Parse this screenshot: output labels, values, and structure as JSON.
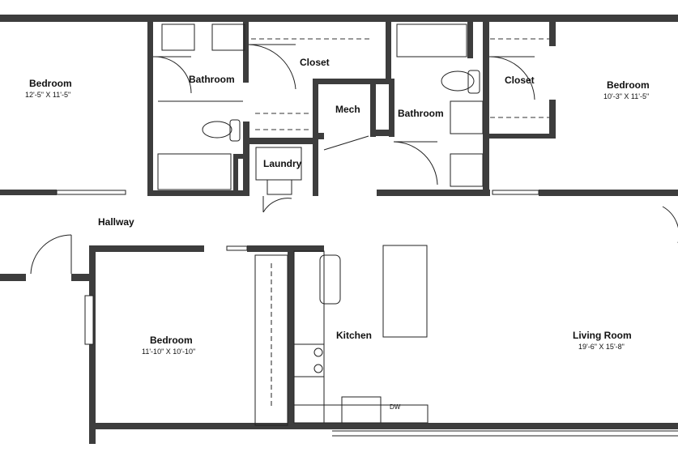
{
  "rooms": [
    {
      "key": "bedroom-left",
      "name": "Bedroom",
      "dims": "12'-5\" X 11'-5\""
    },
    {
      "key": "bathroom-upper-left",
      "name": "Bathroom",
      "dims": ""
    },
    {
      "key": "closet-center",
      "name": "Closet",
      "dims": ""
    },
    {
      "key": "mech",
      "name": "Mech",
      "dims": ""
    },
    {
      "key": "laundry",
      "name": "Laundry",
      "dims": ""
    },
    {
      "key": "bathroom-center",
      "name": "Bathroom",
      "dims": ""
    },
    {
      "key": "closet-right",
      "name": "Closet",
      "dims": ""
    },
    {
      "key": "bedroom-right",
      "name": "Bedroom",
      "dims": "10'-3\" X 11'-5\""
    },
    {
      "key": "hallway",
      "name": "Hallway",
      "dims": ""
    },
    {
      "key": "bedroom-lower",
      "name": "Bedroom",
      "dims": "11'-10\" X 10'-10\""
    },
    {
      "key": "kitchen",
      "name": "Kitchen",
      "dims": ""
    },
    {
      "key": "living-room",
      "name": "Living Room",
      "dims": "19'-6\" X 15'-8\""
    }
  ],
  "fixtures": {
    "dishwasher_label": "DW"
  },
  "colors": {
    "wall": "#3d3d3d",
    "line": "#222222",
    "background": "#ffffff"
  }
}
